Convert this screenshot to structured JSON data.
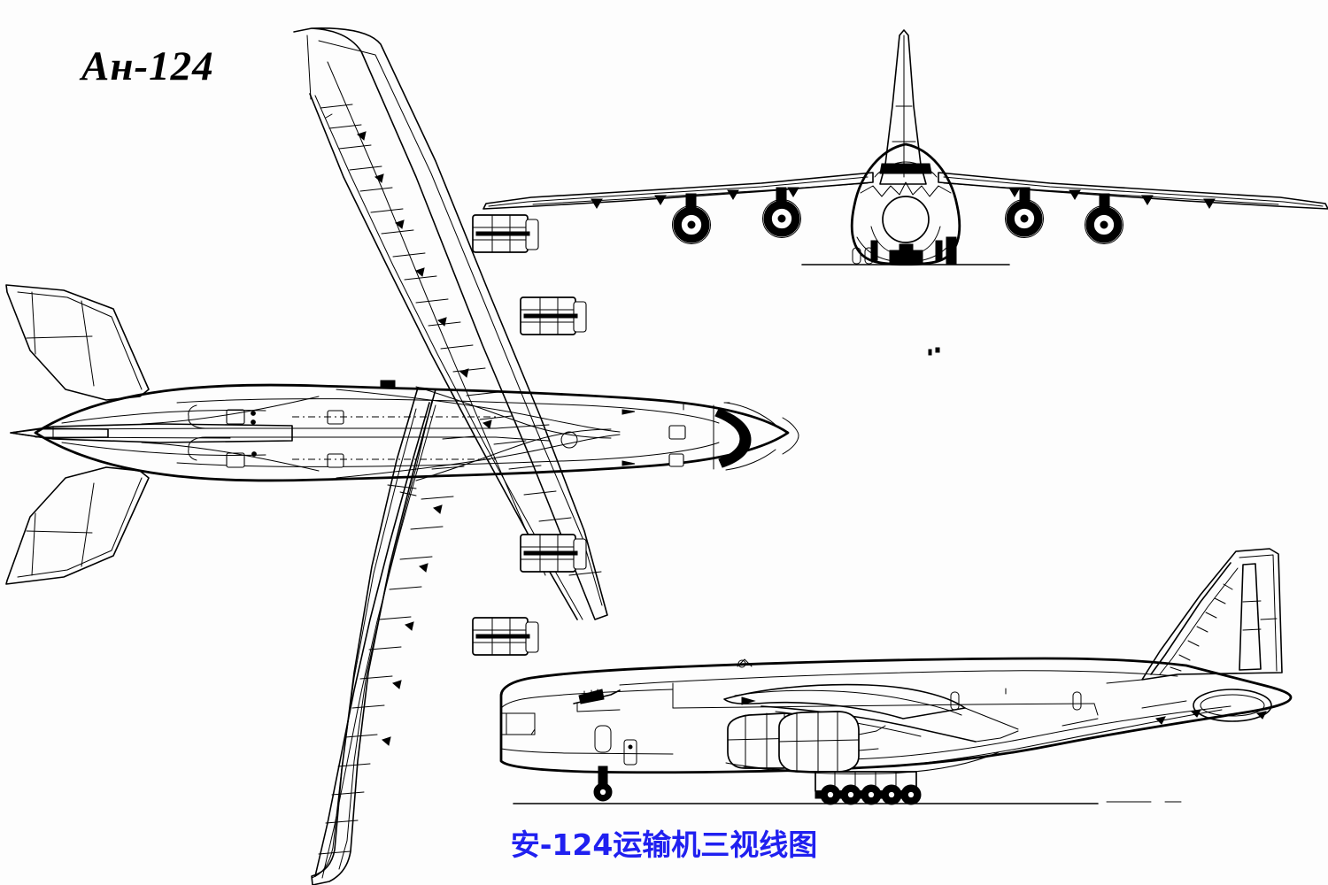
{
  "document": {
    "kind": "technical-line-drawing",
    "subject": "Antonov An-124 Ruslan heavy transport aircraft",
    "background_color": "#fdfdfd",
    "line_color": "#000000"
  },
  "title": {
    "text": "Ан-124",
    "color": "#000000",
    "style": "bold-italic-serif"
  },
  "caption": {
    "text": "安-124运输机三视线图",
    "color": "#2020f0",
    "style": "bold-sans"
  },
  "views": [
    {
      "id": "top-view",
      "name": "top-plan-view",
      "label": "top view",
      "position": "left",
      "features": [
        "swept high wing",
        "four engine nacelles",
        "T-tail with swept fin",
        "horizontal stabilizers",
        "cargo hold outline",
        "cockpit canopy",
        "nose radome"
      ],
      "engine_count": 4
    },
    {
      "id": "front-view",
      "name": "front-elevation-view",
      "label": "front view",
      "position": "top-right",
      "features": [
        "anhedral wings",
        "four underwing engines",
        "tall vertical fin",
        "egg shaped fuselage cross-section",
        "cockpit window band",
        "nose radome circle",
        "multi-wheel landing gear",
        "ground line"
      ],
      "engine_count": 4,
      "wheel_struts": 6
    },
    {
      "id": "side-view",
      "name": "side-elevation-view",
      "label": "side view",
      "position": "bottom-right",
      "features": [
        "upswept rear fuselage",
        "rear cargo ramp",
        "T-tail",
        "two visible engine nacelles",
        "nose landing gear",
        "five main gear bogies",
        "cockpit windows",
        "crew door",
        "ground line"
      ],
      "main_gear_bogies": 5,
      "nose_gear_wheels": 1
    }
  ],
  "annotations": {
    "specks": "minor scan artifacts"
  }
}
